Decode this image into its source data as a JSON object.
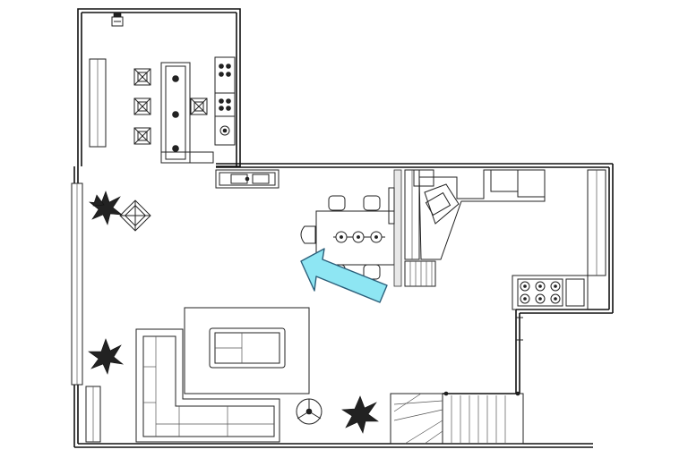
{
  "colors": {
    "background": "#ffffff",
    "line": "#111111",
    "arrow_fill": "#8ee6f3",
    "arrow_stroke": "#2b5f7a"
  },
  "icons": [
    "direction-arrow-icon",
    "plant-icon",
    "ceiling-fan-icon",
    "sink-icon",
    "stove-icon",
    "chair-icon"
  ],
  "rooms": [
    "upper-room",
    "dining-kitchen",
    "living-area",
    "stairwell"
  ]
}
